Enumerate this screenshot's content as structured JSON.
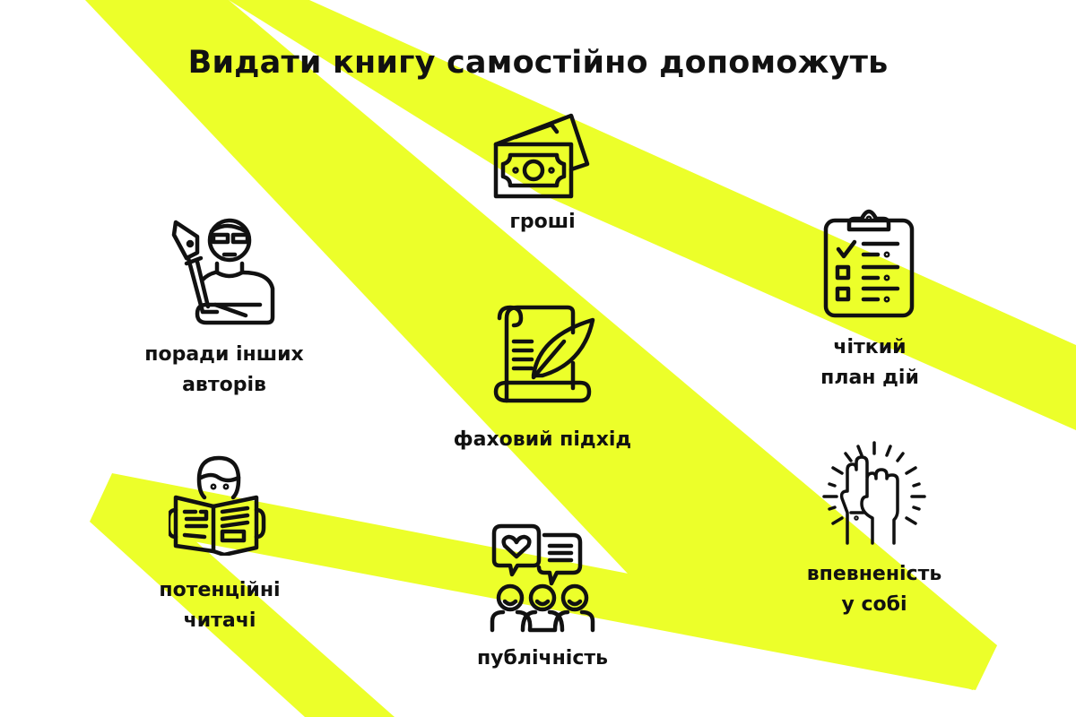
{
  "colors": {
    "accent": "#ecff2a",
    "text": "#111111",
    "background": "#ffffff"
  },
  "title": "Видати книгу самостійно допоможуть",
  "items": [
    {
      "id": "money",
      "icon": "money-banknotes-icon",
      "lines": [
        "гроші"
      ]
    },
    {
      "id": "advice",
      "icon": "writer-with-pen-icon",
      "lines": [
        "поради інших",
        "авторів"
      ]
    },
    {
      "id": "plan",
      "icon": "clipboard-checklist-icon",
      "lines": [
        "чіткий",
        "план дій"
      ]
    },
    {
      "id": "professional",
      "icon": "scroll-quill-icon",
      "lines": [
        "фаховий підхід"
      ]
    },
    {
      "id": "readers",
      "icon": "person-reading-newspaper-icon",
      "lines": [
        "потенційні",
        "читачі"
      ]
    },
    {
      "id": "publicity",
      "icon": "audience-speech-bubbles-icon",
      "lines": [
        "публічність"
      ]
    },
    {
      "id": "confidence",
      "icon": "raised-hands-icon",
      "lines": [
        "впевненість",
        "у собі"
      ]
    }
  ]
}
